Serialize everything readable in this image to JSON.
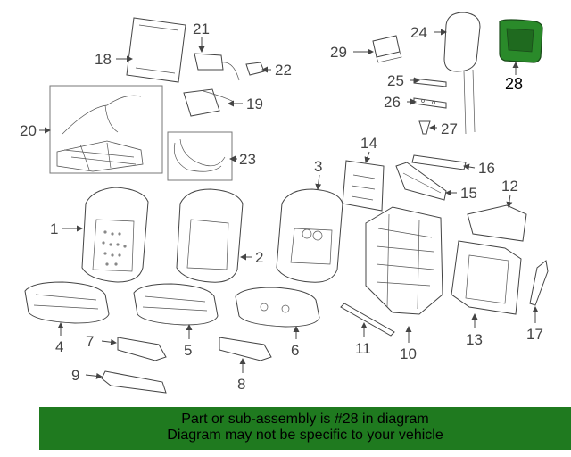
{
  "diagram": {
    "highlighted_part": "28",
    "highlight_color": "#1f7a1f",
    "callouts": [
      "1",
      "2",
      "3",
      "4",
      "5",
      "6",
      "7",
      "8",
      "9",
      "10",
      "11",
      "12",
      "13",
      "14",
      "15",
      "16",
      "17",
      "18",
      "19",
      "20",
      "21",
      "22",
      "23",
      "24",
      "25",
      "26",
      "27",
      "28",
      "29"
    ]
  },
  "banner": {
    "line1": "Part or sub-assembly is #28 in diagram",
    "line2": "Diagram may not be specific to your vehicle",
    "background": "#1f7a1f"
  }
}
